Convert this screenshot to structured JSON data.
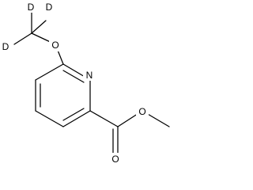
{
  "structure": {
    "atoms": {
      "d_left": "D",
      "d_top": "D",
      "d_right": "D",
      "ether_oxygen": "O",
      "ring_nitrogen": "N",
      "carbonyl_oxygen": "O",
      "ester_oxygen": "O"
    }
  }
}
